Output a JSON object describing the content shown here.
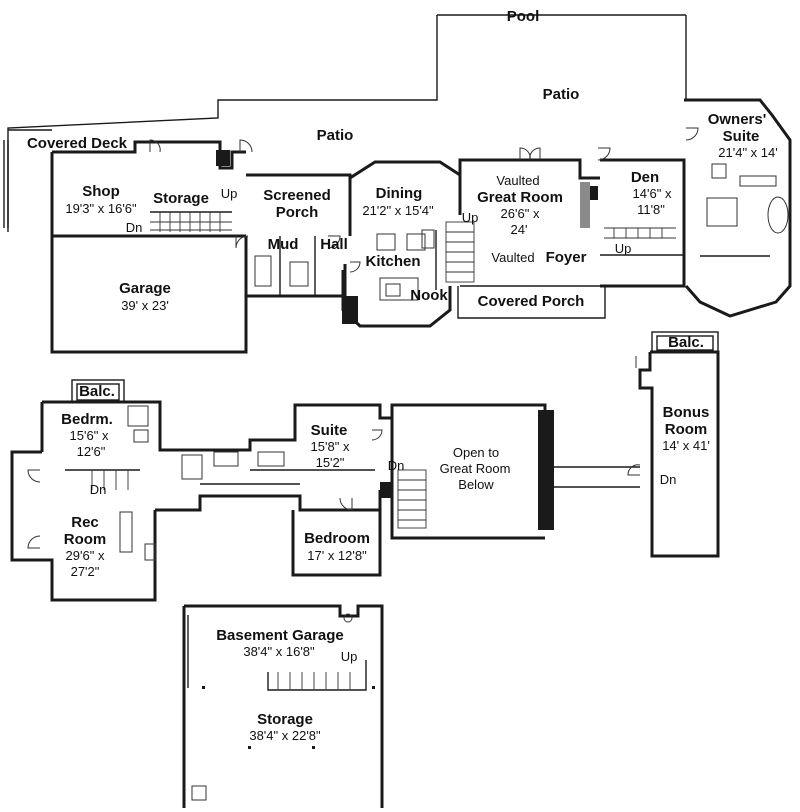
{
  "labels": {
    "pool": "Pool",
    "patio_top": "Patio",
    "patio_mid": "Patio",
    "covered_deck": "Covered Deck",
    "shop": "Shop",
    "shop_dim": "19'3\" x 16'6\"",
    "storage_main": "Storage",
    "up_main_storage": "Up",
    "dn_main_storage": "Dn",
    "screened_porch_1": "Screened",
    "screened_porch_2": "Porch",
    "garage": "Garage",
    "garage_dim": "39' x 23'",
    "mud": "Mud",
    "hall": "Hall",
    "dining": "Dining",
    "dining_dim": "21'2\" x 15'4\"",
    "kitchen": "Kitchen",
    "nook": "Nook",
    "vaulted_great_1": "Vaulted",
    "great_room": "Great Room",
    "great_dim_1": "26'6\" x",
    "great_dim_2": "24'",
    "up_great": "Up",
    "foyer_prefix": "Vaulted",
    "foyer": "Foyer",
    "covered_porch": "Covered Porch",
    "den": "Den",
    "den_dim_1": "14'6\" x",
    "den_dim_2": "11'8\"",
    "up_den": "Up",
    "owners_1": "Owners'",
    "owners_2": "Suite",
    "owners_dim": "21'4\" x 14'",
    "balc_left": "Balc.",
    "bedrm": "Bedrm.",
    "bedrm_dim_1": "15'6\" x",
    "bedrm_dim_2": "12'6\"",
    "dn_rec": "Dn",
    "rec_1": "Rec",
    "rec_2": "Room",
    "rec_dim_1": "29'6\" x",
    "rec_dim_2": "27'2\"",
    "suite": "Suite",
    "suite_dim_1": "15'8\" x",
    "suite_dim_2": "15'2\"",
    "dn_upper": "Dn",
    "bedroom": "Bedroom",
    "bedroom_dim": "17' x 12'8\"",
    "open_1": "Open to",
    "open_2": "Great Room",
    "open_3": "Below",
    "balc_right": "Balc.",
    "bonus_1": "Bonus",
    "bonus_2": "Room",
    "bonus_dim": "14' x 41'",
    "dn_bonus": "Dn",
    "basement_garage": "Basement Garage",
    "basement_garage_dim": "38'4\" x 16'8\"",
    "up_basement": "Up",
    "storage_base": "Storage",
    "storage_base_dim": "38'4\" x 22'8\""
  }
}
